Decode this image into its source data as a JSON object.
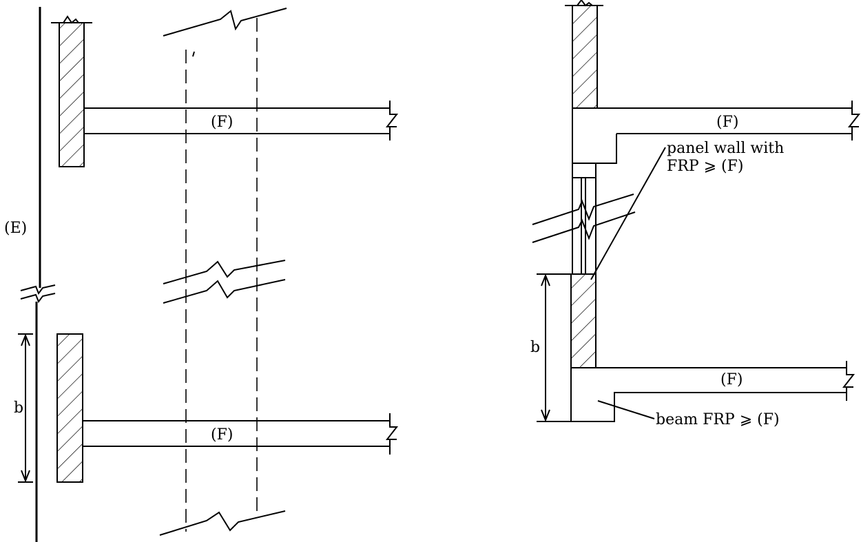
{
  "labels": {
    "E": "(E)",
    "F_left_top": "(F)",
    "F_left_bottom": "(F)",
    "b_left": "b",
    "F_right_top": "(F)",
    "panel_wall_line1": "panel wall with",
    "panel_wall_line2": "FRP ⩾ (F)",
    "b_right": "b",
    "F_right_bottom": "(F)",
    "beam_frp": "beam FRP ⩾ (F)"
  }
}
